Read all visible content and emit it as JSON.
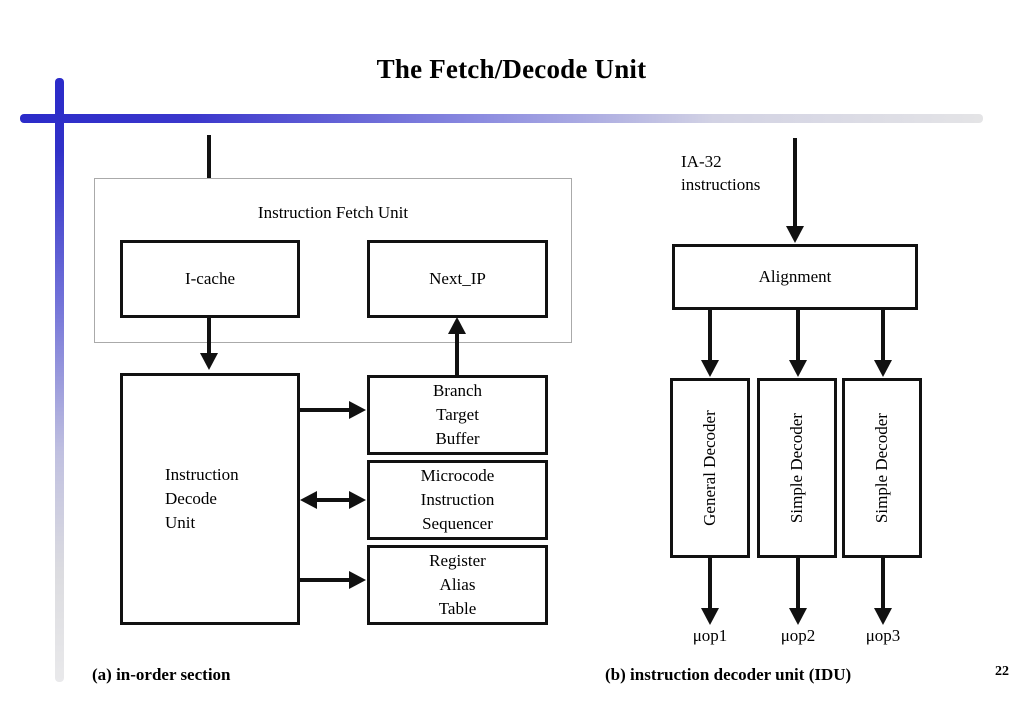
{
  "slide": {
    "title": "The Fetch/Decode Unit",
    "page_number": "22",
    "accent_color": "#2b2bc9",
    "line_color": "#111111",
    "background": "#ffffff"
  },
  "decoration": {
    "horizontal_bar": "gradient-blue-to-gray",
    "vertical_bar": "gradient-blue-to-gray"
  },
  "left_diagram": {
    "caption": "(a) in-order section",
    "container_label": "Instruction Fetch Unit",
    "boxes": {
      "icache": "I-cache",
      "next_ip": "Next_IP",
      "decode_unit": "Instruction\nDecode\nUnit",
      "branch_target_buffer": "Branch\nTarget\nBuffer",
      "microcode_sequencer": "Microcode\nInstruction\nSequencer",
      "register_alias_table": "Register\nAlias\nTable"
    }
  },
  "right_diagram": {
    "caption": "(b) instruction decoder unit (IDU)",
    "input_label": "IA-32\ninstructions",
    "alignment": "Alignment",
    "decoders": [
      "General Decoder",
      "Simple Decoder",
      "Simple Decoder"
    ],
    "outputs": [
      "μop1",
      "μop2",
      "μop3"
    ]
  }
}
